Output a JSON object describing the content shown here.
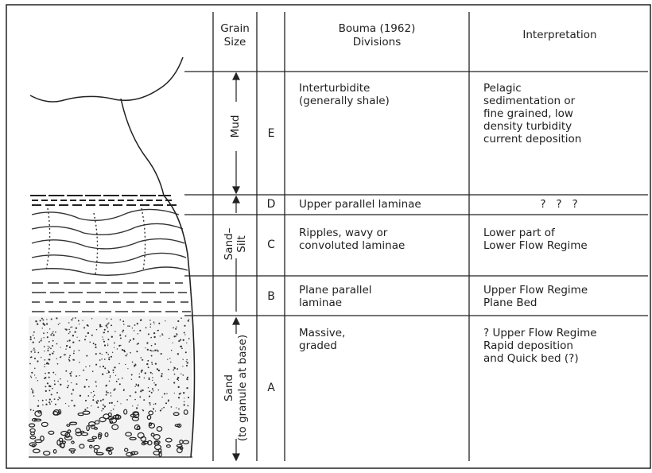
{
  "table": {
    "header": {
      "grain_size": "Grain\nSize",
      "bouma": "Bouma (1962)\nDivisions",
      "interpretation": "Interpretation"
    },
    "rows": [
      {
        "code": "E",
        "division": "Interturbidite\n(generally shale)",
        "interpretation": "Pelagic\nsedimentation or\nfine grained, low\ndensity turbidity\ncurrent deposition"
      },
      {
        "code": "D",
        "division": "Upper parallel laminae",
        "interpretation": "?   ?   ?"
      },
      {
        "code": "C",
        "division": "Ripples, wavy or\nconvoluted laminae",
        "interpretation": "Lower part of\nLower Flow Regime"
      },
      {
        "code": "B",
        "division": "Plane parallel\nlaminae",
        "interpretation": "Upper Flow Regime\nPlane Bed"
      },
      {
        "code": "A",
        "division": "Massive,\ngraded",
        "interpretation": "? Upper Flow Regime\nRapid deposition\nand Quick bed (?)"
      }
    ],
    "grain_labels": {
      "mud": "Mud",
      "sand_silt": "Sand–\nSilt",
      "sand": "Sand\n(to granule at base)"
    }
  },
  "colors": {
    "ink": "#1f1f1f",
    "background": "#ffffff"
  }
}
